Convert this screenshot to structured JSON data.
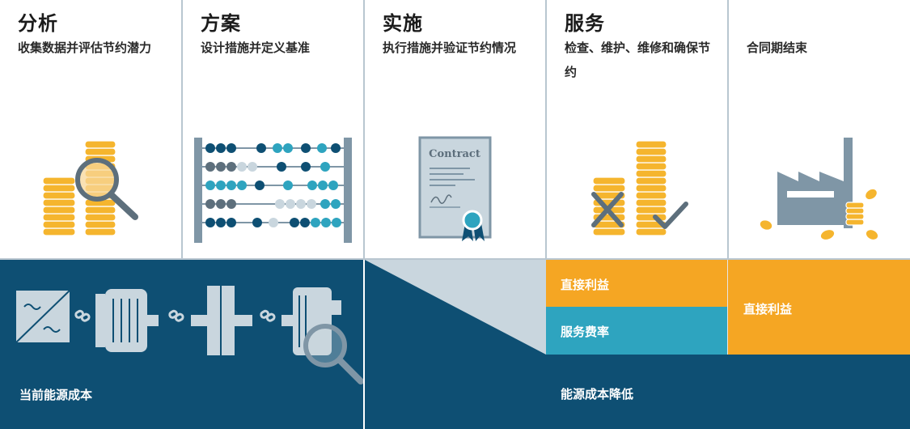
{
  "stages": [
    {
      "title": "分析",
      "desc": "收集数据并评估节约潜力",
      "icon": "coins-magnifier-icon"
    },
    {
      "title": "方案",
      "desc": "设计措施并定义基准",
      "icon": "abacus-icon"
    },
    {
      "title": "实施",
      "desc": "执行措施并验证节约情况",
      "icon": "contract-icon"
    },
    {
      "title": "服务",
      "desc": "检查、维护、维修和确保节约",
      "icon": "coins-check-icon"
    },
    {
      "title": "",
      "desc": "合同期结束",
      "icon": "factory-coins-icon"
    }
  ],
  "contract_label": "Contract",
  "bottom": {
    "current_cost": "当前能源成本",
    "direct_benefit_1": "直接利益",
    "service_rate": "服务费率",
    "direct_benefit_2": "直接利益",
    "cost_reduction": "能源成本降低"
  },
  "colors": {
    "navy": "#0e4f73",
    "orange": "#f5a623",
    "teal": "#2ea4bf",
    "light_blue": "#c9d6de",
    "gray_blue": "#7f96a6"
  }
}
